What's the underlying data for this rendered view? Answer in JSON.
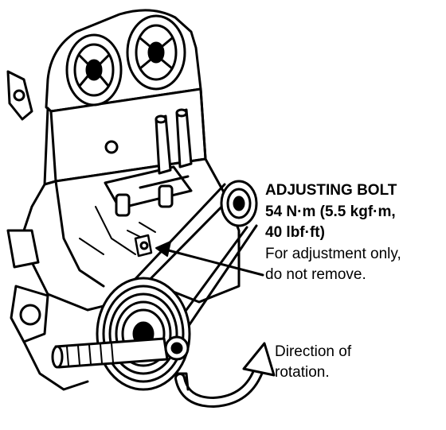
{
  "callout": {
    "title": "ADJUSTING BOLT",
    "torque_line1": "54 N·m (5.5 kgf·m,",
    "torque_line2": "40 lbf·ft)",
    "note_line1": "For adjustment only,",
    "note_line2": "do not remove."
  },
  "rotation": {
    "line1": "Direction of",
    "line2": "rotation."
  },
  "colors": {
    "ink": "#000000",
    "paper": "#ffffff"
  }
}
